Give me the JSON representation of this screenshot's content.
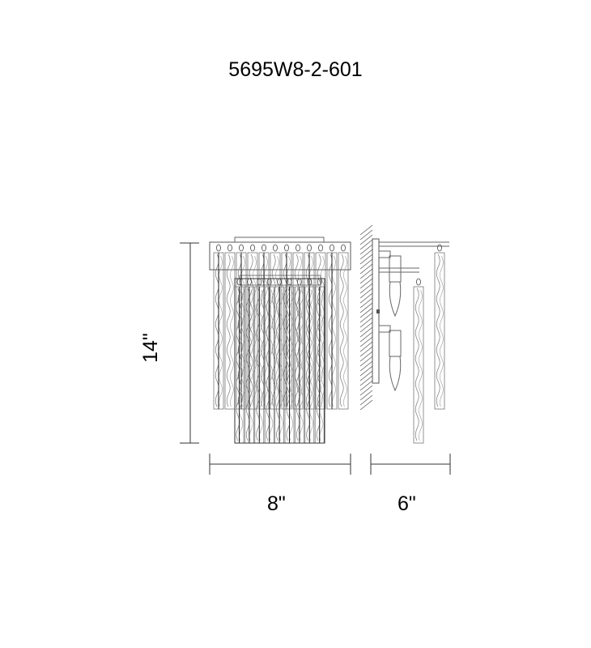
{
  "title": "5695W8-2-601",
  "dimensions": {
    "height": "14\"",
    "width": "8\"",
    "depth": "6\""
  },
  "views": [
    "front-view",
    "side-view"
  ]
}
